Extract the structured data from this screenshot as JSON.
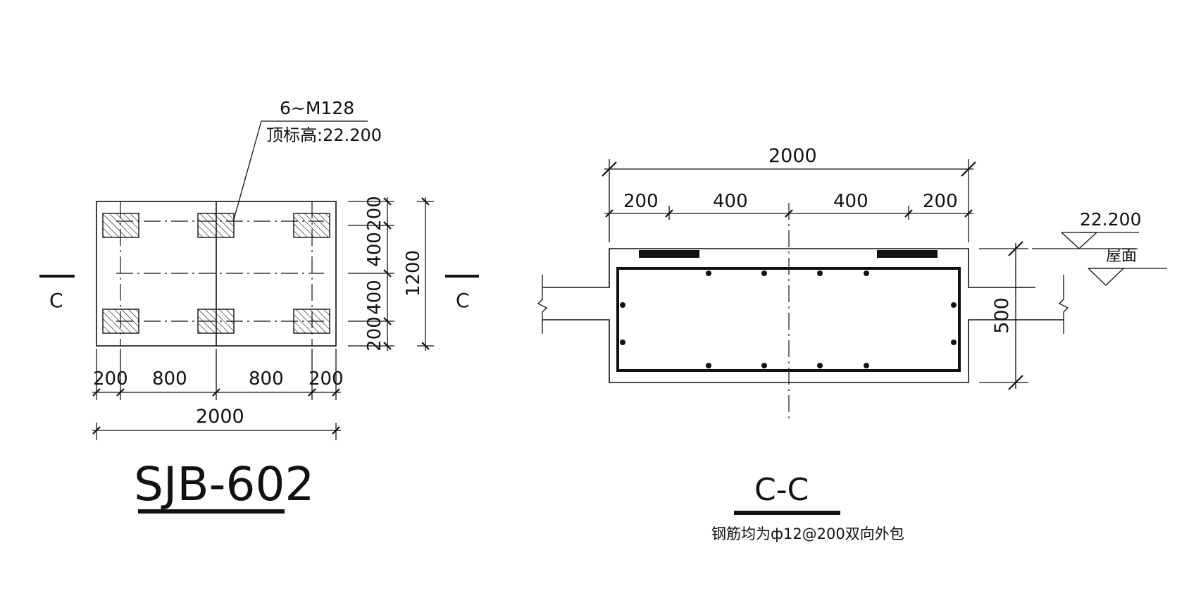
{
  "plan": {
    "callout_line1": "6~M128",
    "callout_line2": "顶标高:22.200",
    "section_mark": "C",
    "dims_bottom": [
      "200",
      "800",
      "800",
      "200"
    ],
    "dim_total_bottom": "2000",
    "dims_right": [
      "200",
      "400",
      "400",
      "200"
    ],
    "dim_total_right": "1200",
    "title": "SJB-602"
  },
  "section": {
    "dim_total_top": "2000",
    "dims_top": [
      "200",
      "400",
      "400",
      "200"
    ],
    "elevation": "22.200",
    "roof_label": "屋面",
    "dim_height": "500",
    "title": "C-C",
    "note": "钢筋均为ф12@200双向外包"
  }
}
